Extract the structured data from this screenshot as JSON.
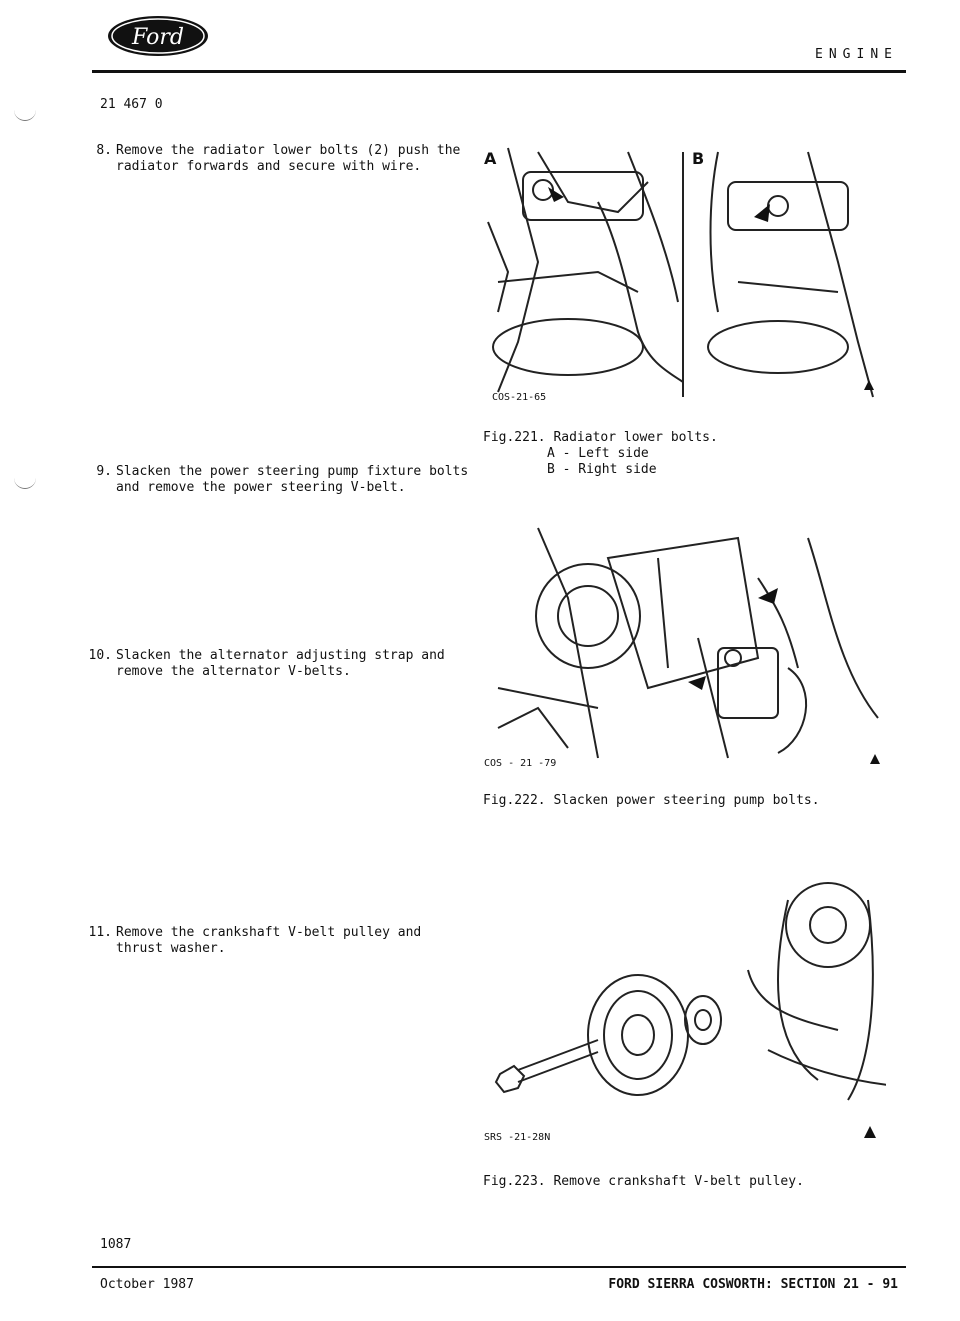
{
  "header": {
    "logo_text": "Ford",
    "section": "ENGINE",
    "doc_number": "21 467 0"
  },
  "steps": [
    {
      "num": "8.",
      "lines": [
        "Remove the radiator lower bolts (2) push the",
        "radiator forwards and secure with wire."
      ]
    },
    {
      "num": "9.",
      "lines": [
        "Slacken the power steering pump fixture bolts",
        "and remove the power steering V-belt."
      ]
    },
    {
      "num": "10.",
      "lines": [
        "Slacken the alternator adjusting strap and",
        "remove the alternator V-belts."
      ]
    },
    {
      "num": "11.",
      "lines": [
        "Remove the crankshaft V-belt pulley and",
        "thrust washer."
      ]
    }
  ],
  "figures": [
    {
      "code": "COS-21-65",
      "label_a": "A",
      "label_b": "B",
      "caption": "Fig.221. Radiator lower bolts.",
      "sub": [
        "A - Left side",
        "B - Right side"
      ]
    },
    {
      "code": "COS - 21 -79",
      "caption": "Fig.222. Slacken power steering pump bolts."
    },
    {
      "code": "SRS -21-28N",
      "caption": "Fig.223. Remove crankshaft V-belt pulley."
    }
  ],
  "footer": {
    "page": "1087",
    "date": "October 1987",
    "manual": "FORD SIERRA COSWORTH: SECTION 21 - 91"
  }
}
